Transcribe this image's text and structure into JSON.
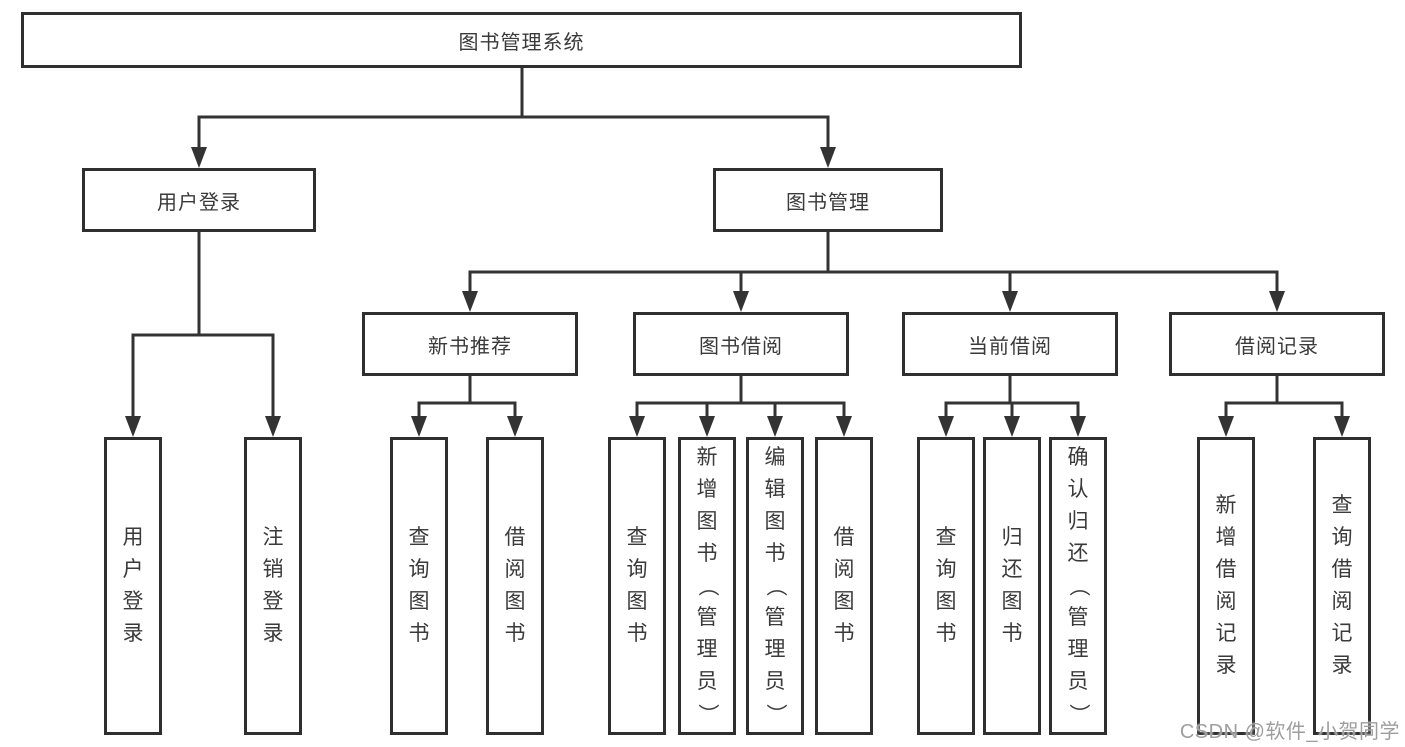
{
  "diagram": {
    "root": "图书管理系统",
    "user_login_branch": {
      "label": "用户登录",
      "children": [
        "用户登录",
        "注销登录"
      ]
    },
    "book_mgmt_branch": {
      "label": "图书管理",
      "sections": [
        {
          "label": "新书推荐",
          "children": [
            "查询图书",
            "借阅图书"
          ]
        },
        {
          "label": "图书借阅",
          "children": [
            "查询图书",
            "新增图书（管理员）",
            "编辑图书（管理员）",
            "借阅图书"
          ]
        },
        {
          "label": "当前借阅",
          "children": [
            "查询图书",
            "归还图书",
            "确认归还（管理员）"
          ]
        },
        {
          "label": "借阅记录",
          "children": [
            "新增借阅记录",
            "查询借阅记录"
          ]
        }
      ]
    }
  },
  "watermark": "CSDN @软件_小贺同学",
  "colors": {
    "line": "#333333",
    "box_border": "#2f2f2f",
    "text": "#3a3a3a",
    "watermark": "#9e9e9e",
    "background": "#ffffff"
  }
}
